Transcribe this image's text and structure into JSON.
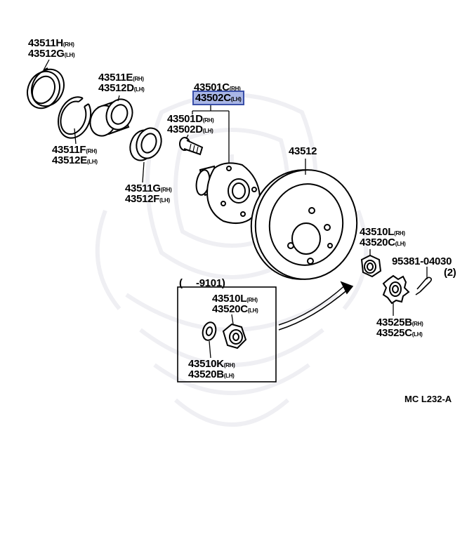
{
  "diagram": {
    "code": "MC L232-A",
    "colors": {
      "line": "#000000",
      "highlight_fill": "#a9b6e6",
      "highlight_border": "#3a4fa8",
      "watermark": "#efeff3"
    },
    "callouts": {
      "seal": [
        {
          "pn": "43511H",
          "sfx": "(RH)"
        },
        {
          "pn": "43512G",
          "sfx": "(LH)"
        }
      ],
      "bearing": [
        {
          "pn": "43511E",
          "sfx": "(RH)"
        },
        {
          "pn": "43512D",
          "sfx": "(LH)"
        }
      ],
      "hub": [
        {
          "pn": "43501C",
          "sfx": "(RH)"
        },
        {
          "pn": "43502C",
          "sfx": "(LH)",
          "highlighted": true
        }
      ],
      "hub_bolt": [
        {
          "pn": "43501D",
          "sfx": "(RH)"
        },
        {
          "pn": "43502D",
          "sfx": "(LH)"
        }
      ],
      "snap_ring": [
        {
          "pn": "43511F",
          "sfx": "(RH)"
        },
        {
          "pn": "43512E",
          "sfx": "(LH)"
        }
      ],
      "inner_bearing": [
        {
          "pn": "43511G",
          "sfx": "(RH)"
        },
        {
          "pn": "43512F",
          "sfx": "(LH)"
        }
      ],
      "disc": "43512",
      "nut": [
        {
          "pn": "43510L",
          "sfx": "(RH)"
        },
        {
          "pn": "43520C",
          "sfx": "(LH)"
        }
      ],
      "cotter_pin": {
        "pn": "95381-04030",
        "qty": "(2)"
      },
      "lock_cap": [
        {
          "pn": "43525B",
          "sfx": "(RH)"
        },
        {
          "pn": "43525C",
          "sfx": "(LH)"
        }
      ]
    },
    "inset": {
      "range": "(     -9101)",
      "nut": [
        {
          "pn": "43510L",
          "sfx": "(RH)"
        },
        {
          "pn": "43520C",
          "sfx": "(LH)"
        }
      ],
      "washer": [
        {
          "pn": "43510K",
          "sfx": "(RH)"
        },
        {
          "pn": "43520B",
          "sfx": "(LH)"
        }
      ]
    }
  }
}
